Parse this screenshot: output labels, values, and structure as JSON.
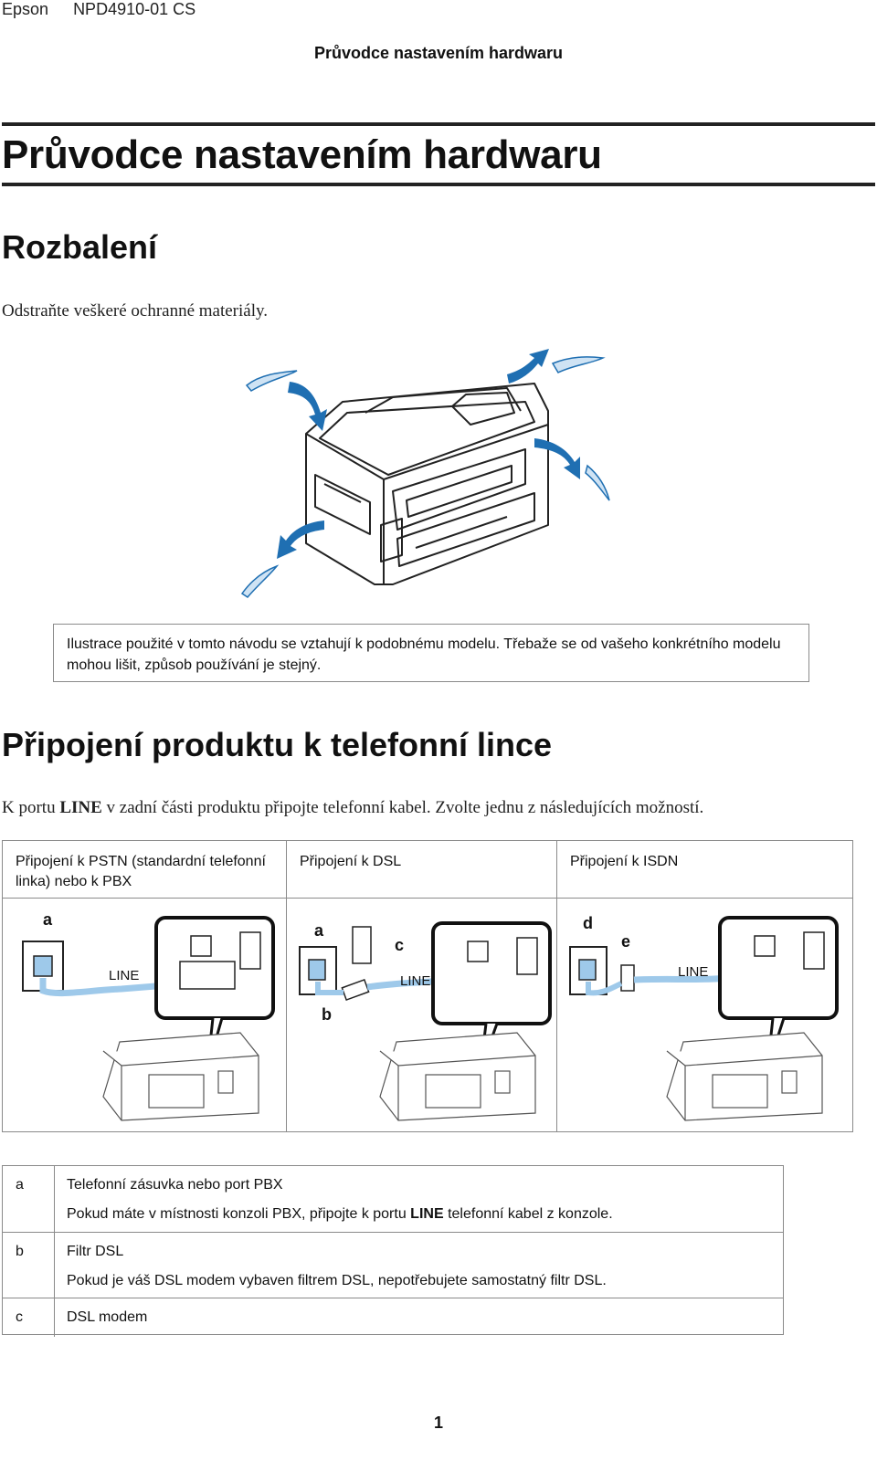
{
  "header": {
    "brand": "Epson",
    "doc_id": "NPD4910-01 CS",
    "running_title": "Průvodce nastavením hardwaru"
  },
  "page_title": "Průvodce nastavením hardwaru",
  "unpacking": {
    "heading": "Rozbalení",
    "text": "Odstraňte veškeré ochranné materiály."
  },
  "note": "Ilustrace použité v tomto návodu se vztahují k podobnému modelu. Třebaže se od vašeho konkrétního modelu mohou lišit, způsob používání je stejný.",
  "phone": {
    "heading": "Připojení produktu k telefonní lince",
    "intro_before": "K portu ",
    "intro_bold": "LINE",
    "intro_after": " v zadní části produktu připojte telefonní kabel. Zvolte jednu z následujících možností.",
    "columns": [
      "Připojení k PSTN (standardní telefonní linka) nebo k PBX",
      "Připojení k DSL",
      "Připojení k ISDN"
    ],
    "diagram_labels": {
      "line": "LINE",
      "a": "a",
      "b": "b",
      "c": "c",
      "d": "d",
      "e": "e"
    }
  },
  "legend": [
    {
      "key": "a",
      "title": "Telefonní zásuvka nebo port PBX",
      "desc_before": "Pokud máte v místnosti konzoli PBX, připojte k portu ",
      "desc_bold": "LINE",
      "desc_after": " telefonní kabel z konzole."
    },
    {
      "key": "b",
      "title": "Filtr DSL",
      "desc": "Pokud je váš DSL modem vybaven filtrem DSL, nepotřebujete samostatný filtr DSL."
    },
    {
      "key": "c",
      "title": "DSL modem"
    }
  ],
  "page_number": "1",
  "colors": {
    "arrow_blue": "#1f6fb2",
    "cable_blue": "#9ec9ea",
    "rule": "#222222"
  }
}
